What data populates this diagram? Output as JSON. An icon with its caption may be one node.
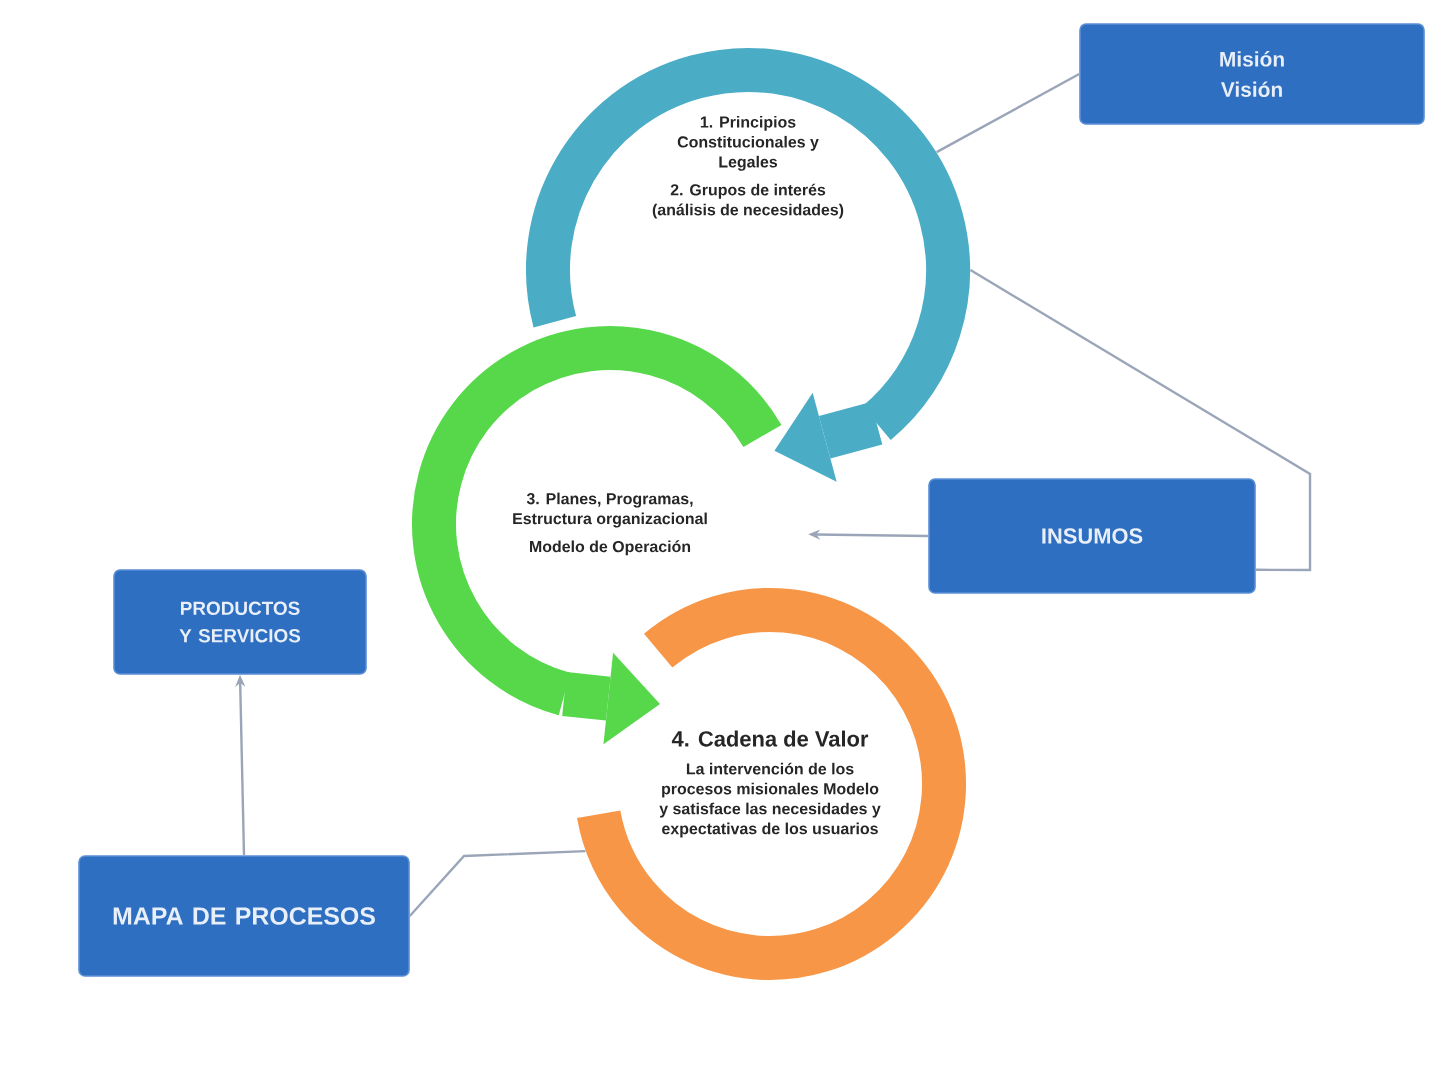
{
  "diagram": {
    "nodes": [
      {
        "text": [
          "1. Principios Constitucionales y Legales",
          "2. Grupos de interés (análisis de necesidades)"
        ]
      },
      {
        "text": [
          "Misión",
          "Visión"
        ]
      },
      {
        "text": [
          "3. Planes, Programas, Estructura organizacional",
          "Modelo de Operación"
        ]
      },
      {
        "text": [
          "INSUMOS"
        ]
      },
      {
        "text": [
          "PRODUCTOS Y SERVICIOS"
        ]
      },
      {
        "text": [
          "4. Cadena de Valor",
          "La intervención de los procesos misionales Modelo y satisface las necesidades y expectativas de los usuarios"
        ]
      },
      {
        "text": [
          "MAPA DE PROCESOS"
        ]
      }
    ],
    "edges": [
      {
        "from": 0,
        "to": 2,
        "arrow": "to",
        "style": "thick",
        "color": "#4bacc6"
      },
      {
        "from": 2,
        "to": 5,
        "arrow": "to",
        "style": "thick",
        "color": "#56d84a"
      },
      {
        "from": 1,
        "to": 0,
        "arrow": "none"
      },
      {
        "from": 3,
        "to": 0,
        "arrow": "none"
      },
      {
        "from": 3,
        "to": 2,
        "arrow": "to"
      },
      {
        "from": 6,
        "to": 4,
        "arrow": "to"
      },
      {
        "from": 6,
        "to": 5,
        "arrow": "none"
      }
    ]
  }
}
